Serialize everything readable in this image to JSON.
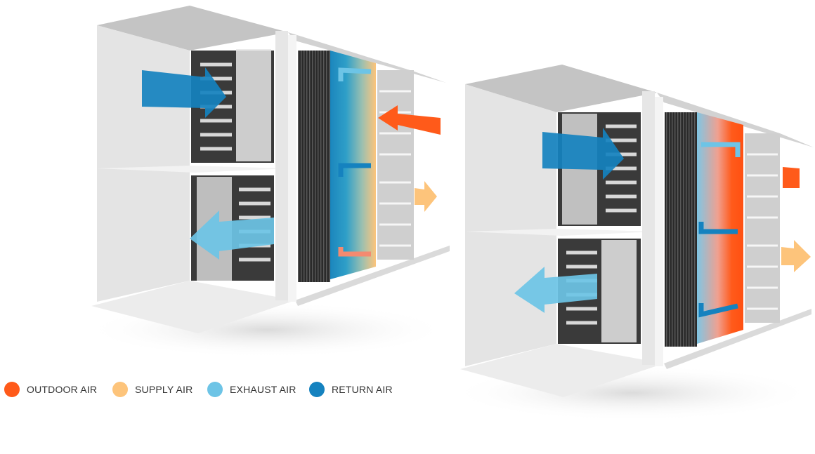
{
  "colors": {
    "outdoor": "#ff5a1a",
    "supply": "#fdc47b",
    "exhaust": "#6dc4e6",
    "return": "#1582bf",
    "housing": "#dcdcdc",
    "housing_dark": "#c6c6c6",
    "housing_light": "#ebebeb",
    "core": "#2b2b2b"
  },
  "legend": [
    {
      "key": "outdoor",
      "label": "OUTDOOR AIR",
      "icon": "orange-dot-icon"
    },
    {
      "key": "supply",
      "label": "SUPPLY AIR",
      "icon": "light-orange-dot-icon"
    },
    {
      "key": "exhaust",
      "label": "EXHAUST AIR",
      "icon": "light-blue-dot-icon"
    },
    {
      "key": "return",
      "label": "RETURN AIR",
      "icon": "blue-dot-icon"
    }
  ]
}
